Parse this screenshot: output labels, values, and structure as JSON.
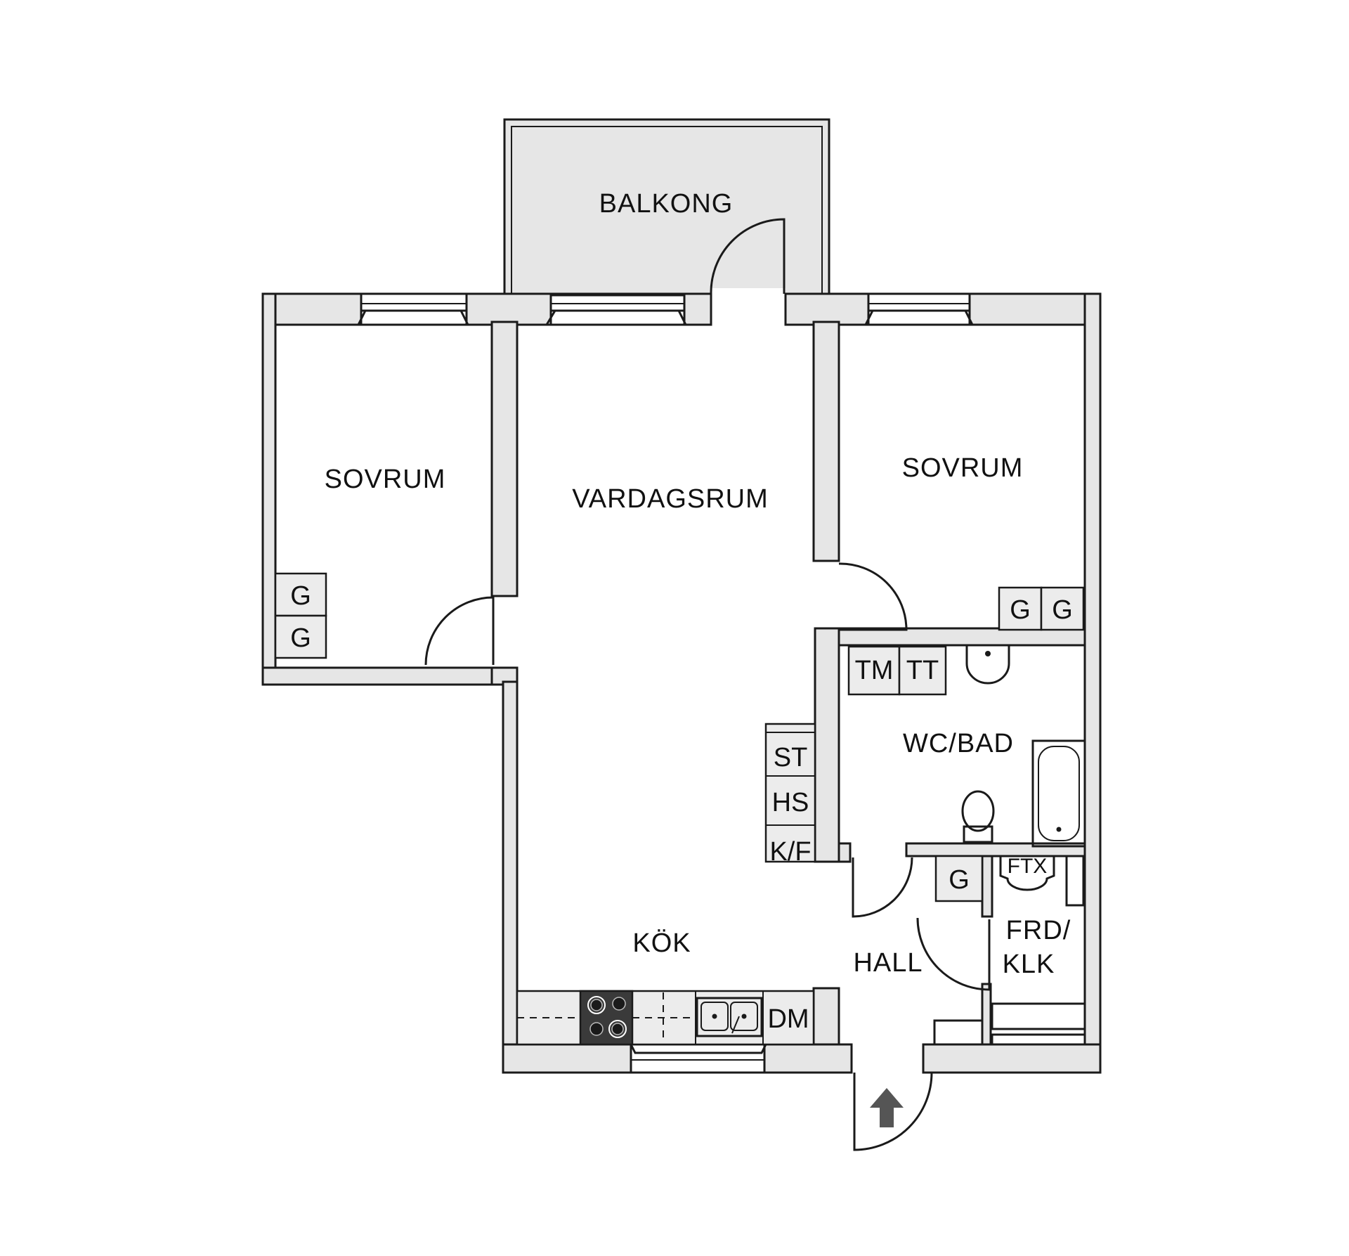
{
  "rooms": {
    "balkong": "BALKONG",
    "sovrum_left": "SOVRUM",
    "vardagsrum": "VARDAGSRUM",
    "sovrum_right": "SOVRUM",
    "wc_bad": "WC/BAD",
    "kok": "KÖK",
    "hall": "HALL",
    "frd_line1": "FRD/",
    "frd_line2": "KLK"
  },
  "fixtures": {
    "g": "G",
    "tm": "TM",
    "tt": "TT",
    "st": "ST",
    "hs": "HS",
    "kf": "K/F",
    "dm": "DM",
    "ftx": "FTX"
  },
  "colors": {
    "wall_fill": "#e6e6e6",
    "line": "#1a1a1a",
    "arrow": "#555555",
    "stove": "#3a3a3a"
  },
  "icons": {
    "entrance": "entrance-arrow-icon"
  }
}
